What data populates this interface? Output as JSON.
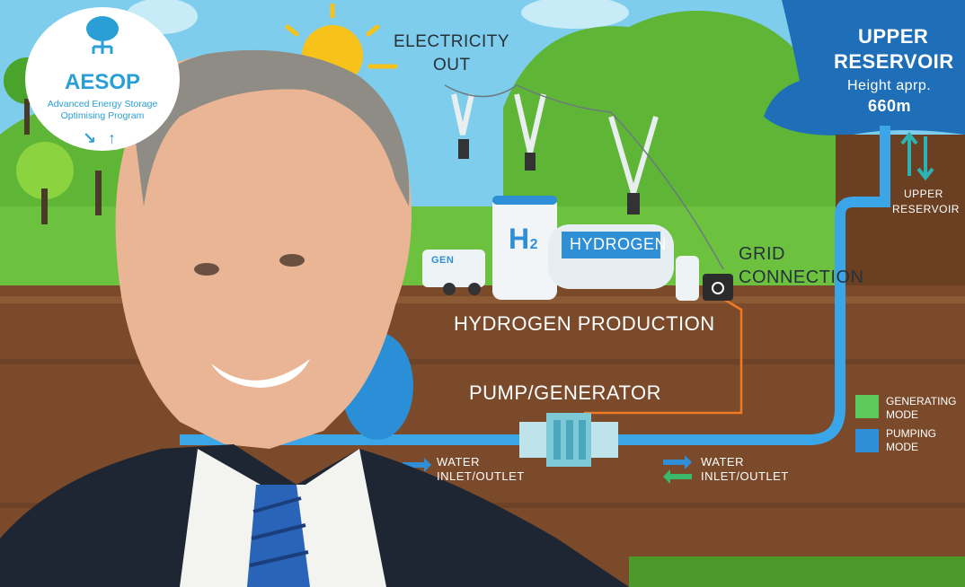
{
  "logo": {
    "name": "AESOP",
    "line1": "Advanced Energy Storage",
    "line2": "Optimising Program",
    "color": "#2a9fd6"
  },
  "labels": {
    "electricity_out_1": "ELECTRICITY",
    "electricity_out_2": "OUT",
    "upper_reservoir_1": "UPPER",
    "upper_reservoir_2": "RESERVOIR",
    "height_1": "Height aprp.",
    "height_2": "660m",
    "upper_reservoir_small_1": "UPPER",
    "upper_reservoir_small_2": "RESERVOIR",
    "h2": "H",
    "h2_sub": "2",
    "hydrogen_tank": "HYDROGEN",
    "truck": "GEN",
    "grid_1": "GRID",
    "grid_2": "CONNECTION",
    "hydrogen_production": "HYDROGEN PRODUCTION",
    "pump_generator": "PUMP/GENERATOR",
    "water_left_1": "WATER",
    "water_left_2": "INLET/OUTLET",
    "water_right_1": "WATER",
    "water_right_2": "INLET/OUTLET"
  },
  "legend": [
    {
      "label_1": "GENERATING",
      "label_2": "MODE",
      "color": "#5cc95a"
    },
    {
      "label_1": "PUMPING",
      "label_2": "MODE",
      "color": "#2e8fd6"
    }
  ],
  "colors": {
    "pipe": "#3aa6e8",
    "reservoir": "#1f6fb8",
    "ground": "#7a4a2a",
    "grass": "#63bf3c",
    "electric_line": "#f07a21"
  }
}
